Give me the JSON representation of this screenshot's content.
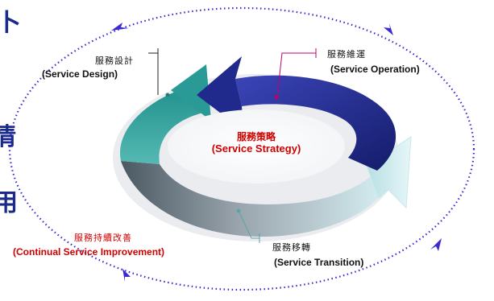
{
  "edge_chars": [
    "卜",
    "情",
    "用"
  ],
  "labels": {
    "design_zh": "服務設計",
    "design_en": "(Service Design)",
    "operation_zh": "服務維運",
    "operation_en": "(Service Operation)",
    "strategy_zh": "服務策略",
    "strategy_en": "(Service Strategy)",
    "transition_zh": "服務移轉",
    "transition_en": "(Service Transition)",
    "improvement_zh": "服務持續改善",
    "improvement_en": "(Continual Service Improvement)"
  },
  "colors": {
    "navy": "#1f2a8c",
    "teal": "#2a9a96",
    "light_teal": "#a9d6da",
    "gray": "#9aa5ad",
    "dotted_ring": "#3a2ad0",
    "accent_red": "#d10000",
    "pointer_magenta": "#c0006a"
  }
}
